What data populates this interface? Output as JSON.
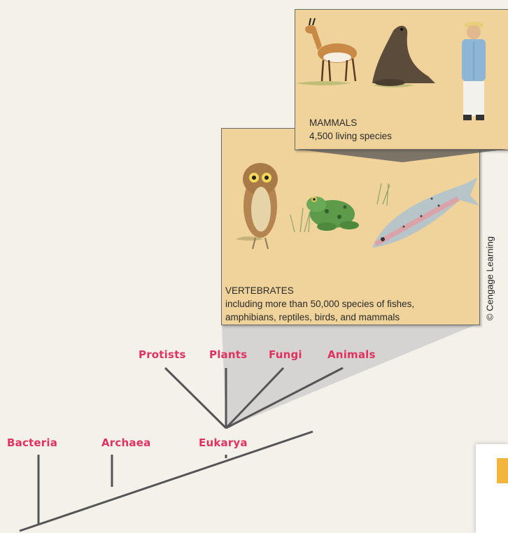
{
  "tree": {
    "labels": [
      "Bacteria",
      "Archaea",
      "Eukarya",
      "Protists",
      "Plants",
      "Fungi",
      "Animals"
    ]
  },
  "vertebrates": {
    "title": "VERTEBRATES",
    "line1": "including more than 50,000 species of fishes,",
    "line2": "amphibians, reptiles, birds, and mammals"
  },
  "mammals": {
    "title": "MAMMALS",
    "line1": "4,500 living species"
  },
  "credit": "© Cengage Learning",
  "colors": {
    "label": "#e0325f",
    "line": "#555555",
    "card": "#f0d39a",
    "tab_icon": "#f4b53f"
  }
}
